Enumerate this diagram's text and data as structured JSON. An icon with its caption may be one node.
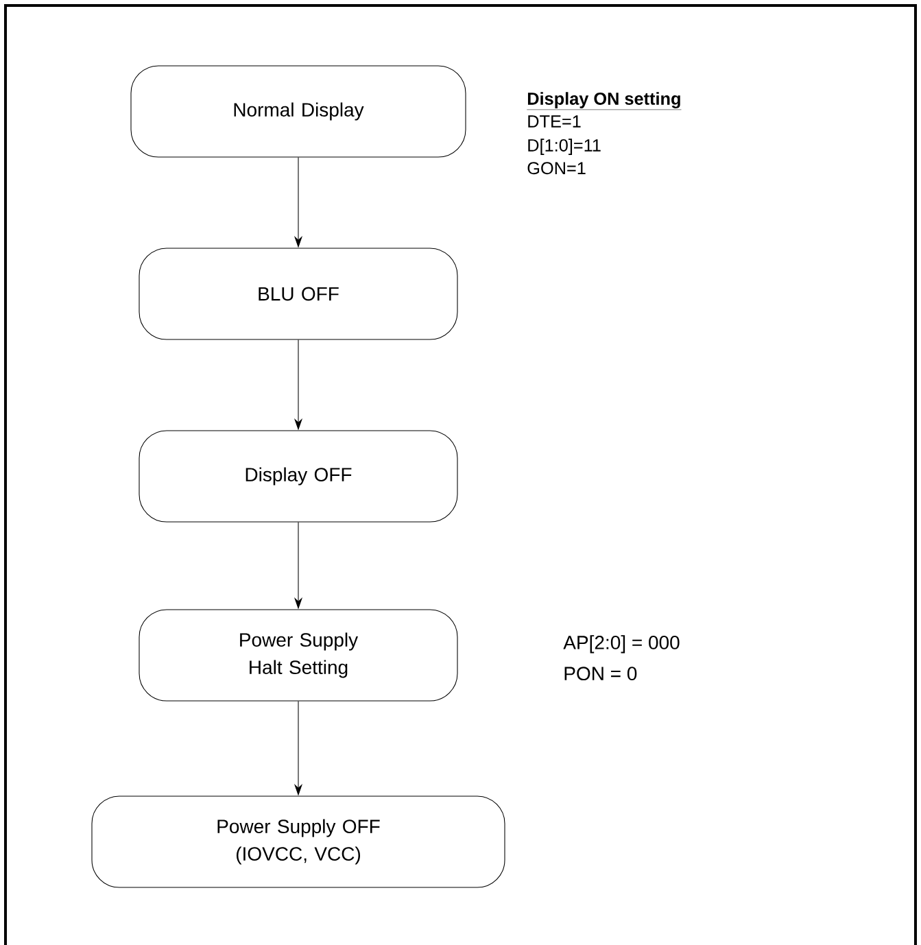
{
  "diagram": {
    "nodes": [
      {
        "text": [
          "Normal Display"
        ]
      },
      {
        "text": [
          "BLU OFF"
        ]
      },
      {
        "text": [
          "Display OFF"
        ]
      },
      {
        "text": [
          "Power Supply Halt Setting"
        ]
      },
      {
        "text": [
          "Power Supply OFF (IOVCC, VCC)"
        ]
      }
    ],
    "edges": [
      {
        "from": 0,
        "to": 1,
        "arrow": "to"
      },
      {
        "from": 1,
        "to": 2,
        "arrow": "to"
      },
      {
        "from": 2,
        "to": 3,
        "arrow": "to"
      },
      {
        "from": 3,
        "to": 4,
        "arrow": "to"
      }
    ],
    "labels": [
      "Display ON setting",
      "DTE=1",
      "D[1:0]=11",
      "GON=1",
      "AP[2:0] = 000",
      "PON = 0"
    ]
  }
}
